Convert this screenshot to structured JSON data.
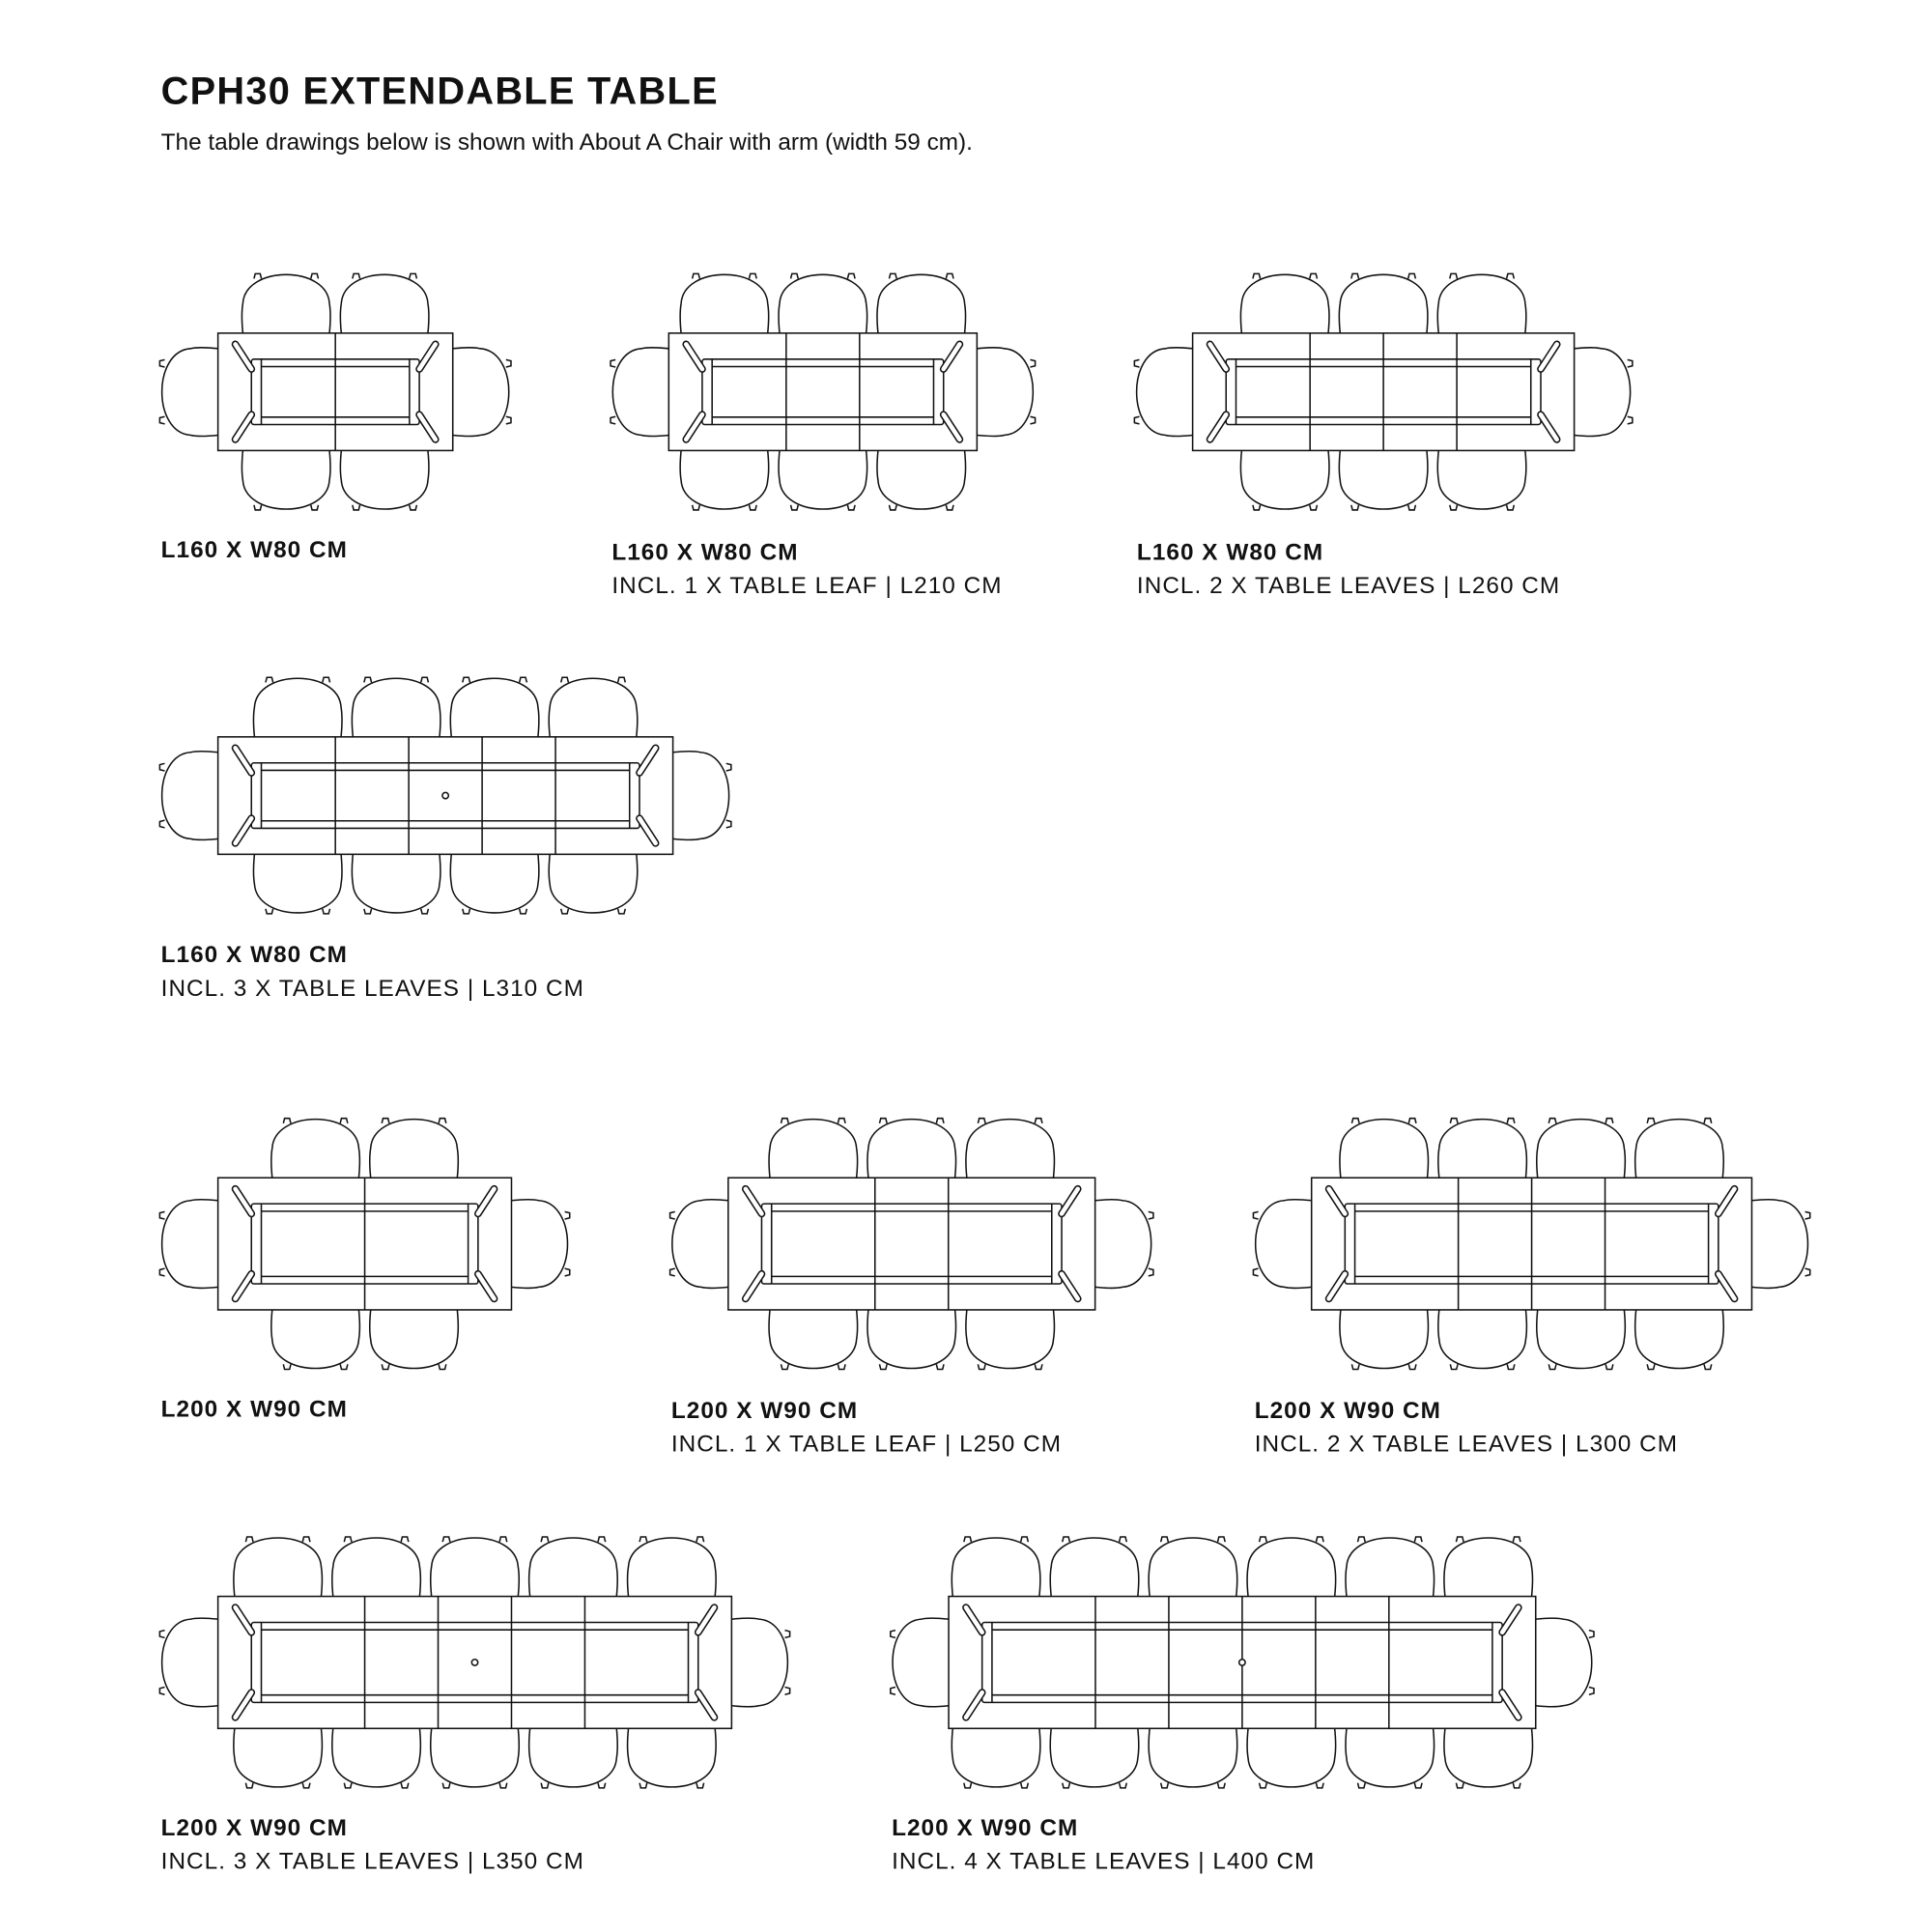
{
  "header": {
    "title": "CPH30 EXTENDABLE TABLE",
    "subtitle": "The table drawings below is shown with About A Chair with arm (width 59 cm)."
  },
  "chair_width_cm": 59,
  "tables": [
    {
      "length_cm": 160,
      "width_cm": 80,
      "leaves": 0,
      "chairs_per_side": 2,
      "label": "L160 X W80 CM",
      "detail": ""
    },
    {
      "length_cm": 210,
      "width_cm": 80,
      "leaves": 1,
      "chairs_per_side": 3,
      "label": "L160 X W80 CM",
      "detail": "INCL. 1 X TABLE LEAF | L210 CM"
    },
    {
      "length_cm": 260,
      "width_cm": 80,
      "leaves": 2,
      "chairs_per_side": 3,
      "label": "L160 X W80 CM",
      "detail": "INCL. 2 X TABLE LEAVES | L260 CM"
    },
    {
      "length_cm": 310,
      "width_cm": 80,
      "leaves": 3,
      "chairs_per_side": 4,
      "label": "L160 X W80 CM",
      "detail": "INCL. 3 X TABLE LEAVES | L310 CM"
    },
    {
      "length_cm": 200,
      "width_cm": 90,
      "leaves": 0,
      "chairs_per_side": 2,
      "label": "L200 X W90 CM",
      "detail": ""
    },
    {
      "length_cm": 250,
      "width_cm": 90,
      "leaves": 1,
      "chairs_per_side": 3,
      "label": "L200 X W90 CM",
      "detail": "INCL. 1 X TABLE LEAF | L250 CM"
    },
    {
      "length_cm": 300,
      "width_cm": 90,
      "leaves": 2,
      "chairs_per_side": 4,
      "label": "L200 X W90 CM",
      "detail": "INCL. 2 X TABLE LEAVES | L300 CM"
    },
    {
      "length_cm": 350,
      "width_cm": 90,
      "leaves": 3,
      "chairs_per_side": 5,
      "label": "L200 X W90 CM",
      "detail": "INCL. 3 X TABLE LEAVES | L350 CM"
    },
    {
      "length_cm": 400,
      "width_cm": 90,
      "leaves": 4,
      "chairs_per_side": 6,
      "label": "L200 X W90 CM",
      "detail": "INCL. 4 X TABLE LEAVES | L400 CM"
    }
  ]
}
